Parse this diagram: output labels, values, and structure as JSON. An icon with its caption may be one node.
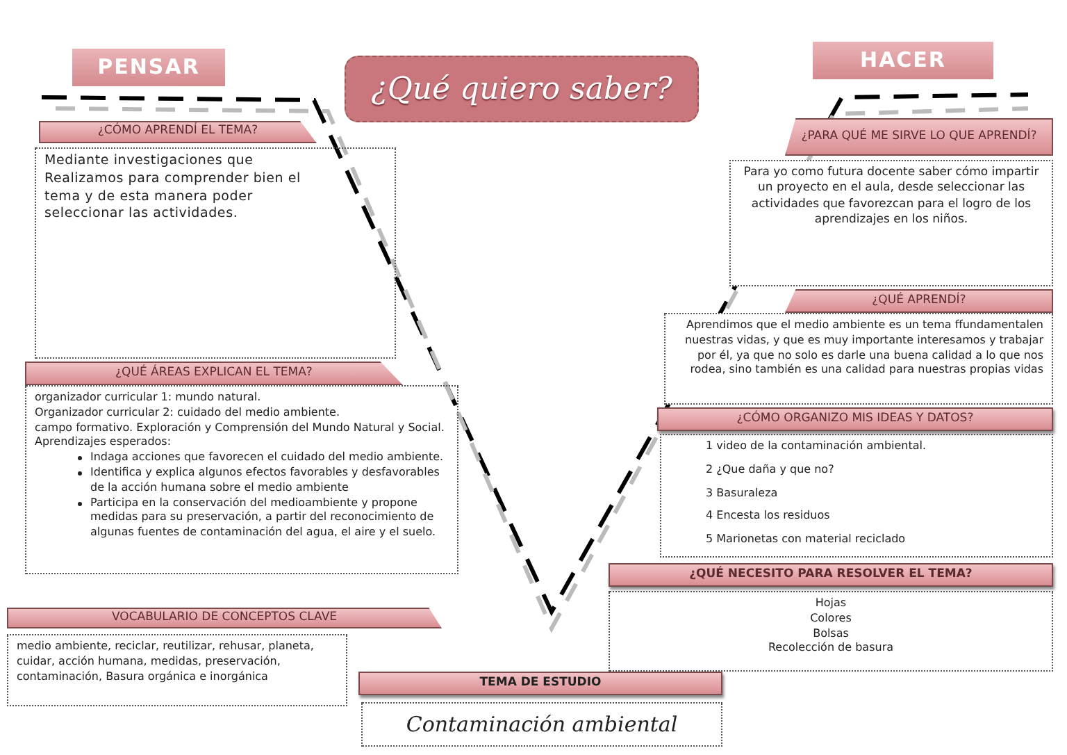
{
  "diagram": {
    "title": "¿Qué quiero saber?",
    "nodes": [
      {
        "text": [
          "PENSAR"
        ]
      },
      {
        "text": [
          "HACER"
        ]
      },
      {
        "text": [
          "¿CÓMO APRENDÍ EL TEMA?"
        ]
      },
      {
        "text": [
          "Mediante investigaciones que Realizamos para comprender bien el tema y de esta manera poder seleccionar las actividades."
        ]
      },
      {
        "text": [
          "¿QUÉ ÁREAS EXPLICAN EL TEMA?"
        ]
      },
      {
        "text": [
          "organizador curricular 1: mundo natural.",
          "Organizador curricular 2: cuidado del medio ambiente.",
          "campo formativo. Exploración y Comprensión del Mundo Natural y Social.",
          "Aprendizajes esperados:",
          "Indaga acciones que favorecen el cuidado del medio ambiente.",
          "Identifica y explica algunos efectos favorables y desfavorables de la acción humana sobre el medio ambiente",
          "Participa en la conservación del medioambiente y propone medidas para su preservación, a partir del reconocimiento de algunas fuentes de contaminación del agua, el aire y el suelo."
        ]
      },
      {
        "text": [
          "VOCABULARIO DE CONCEPTOS CLAVE"
        ]
      },
      {
        "text": [
          "medio ambiente, reciclar, reutilizar, rehusar, planeta, cuidar, acción humana, medidas, preservación, contaminación, Basura orgánica e inorgánica"
        ]
      },
      {
        "text": [
          "TEMA DE ESTUDIO"
        ]
      },
      {
        "text": [
          "Contaminación ambiental"
        ]
      },
      {
        "text": [
          "¿PARA QUÉ ME SIRVE LO QUE APRENDÍ?"
        ]
      },
      {
        "text": [
          "Para yo como futura docente saber cómo impartir un proyecto en el aula, desde seleccionar las actividades que favorezcan para el logro de los aprendizajes en los niños."
        ]
      },
      {
        "text": [
          "¿QUÉ APRENDÍ?"
        ]
      },
      {
        "text": [
          "Aprendimos que el medio ambiente es un tema ffundamentalen nuestras vidas, y que es muy importante interesamos y trabajar por él, ya que no solo es darle una buena calidad a lo que nos rodea, sino también es una calidad para nuestras propias vidas"
        ]
      },
      {
        "text": [
          "¿CÓMO ORGANIZO MIS IDEAS Y DATOS?"
        ]
      },
      {
        "text": [
          "1 video de la contaminación ambiental.",
          "2 ¿Que daña y que no?",
          "3 Basuraleza",
          "4 Encesta los residuos",
          "5 Marionetas con material reciclado"
        ]
      },
      {
        "text": [
          "¿QUÉ NECESITO PARA RESOLVER EL TEMA?"
        ]
      },
      {
        "text": [
          "Hojas",
          "Colores",
          "Bolsas",
          "Recolección de basura"
        ]
      }
    ],
    "edges": []
  }
}
